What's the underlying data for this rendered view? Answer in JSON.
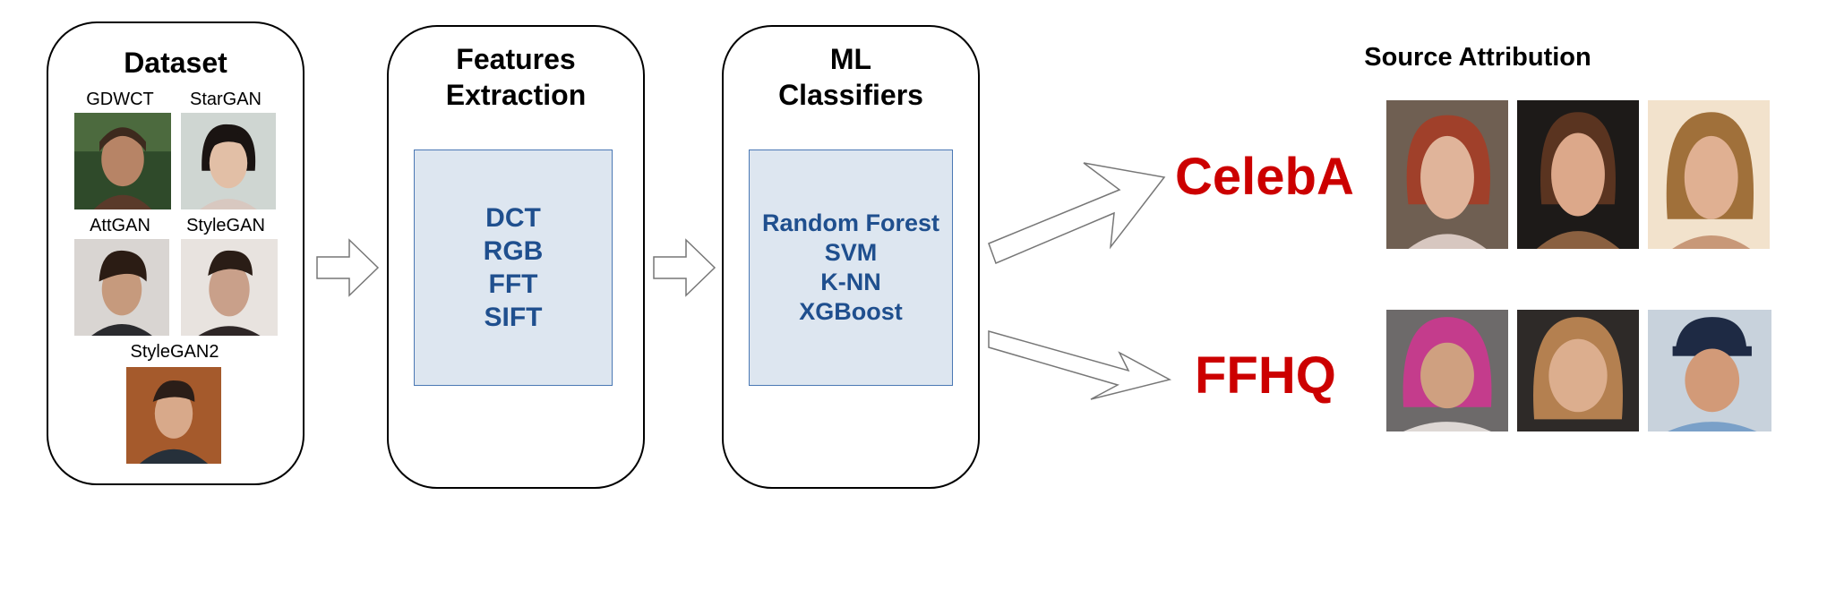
{
  "colors": {
    "accent_blue": "#1f4f8e",
    "inner_box_fill": "#dde6f0",
    "inner_box_border": "#4a78b4",
    "class_label_red": "#cc0000"
  },
  "dataset": {
    "title": "Dataset",
    "items": [
      {
        "label": "GDWCT"
      },
      {
        "label": "StarGAN"
      },
      {
        "label": "AttGAN"
      },
      {
        "label": "StyleGAN"
      },
      {
        "label": "StyleGAN2"
      }
    ]
  },
  "features": {
    "title_line1": "Features",
    "title_line2": "Extraction",
    "items": [
      "DCT",
      "RGB",
      "FFT",
      "SIFT"
    ]
  },
  "classifiers": {
    "title_line1": "ML",
    "title_line2": "Classifiers",
    "items": [
      "Random Forest",
      "SVM",
      "K-NN",
      "XGBoost"
    ]
  },
  "attribution": {
    "title": "Source Attribution",
    "classes": [
      {
        "label": "CelebA"
      },
      {
        "label": "FFHQ"
      }
    ]
  },
  "icons": {
    "flow_arrow": "right-arrow-icon",
    "diagonal_up": "diagonal-up-arrow-icon",
    "diagonal_down": "diagonal-down-arrow-icon",
    "photo": "face-photo-icon"
  }
}
